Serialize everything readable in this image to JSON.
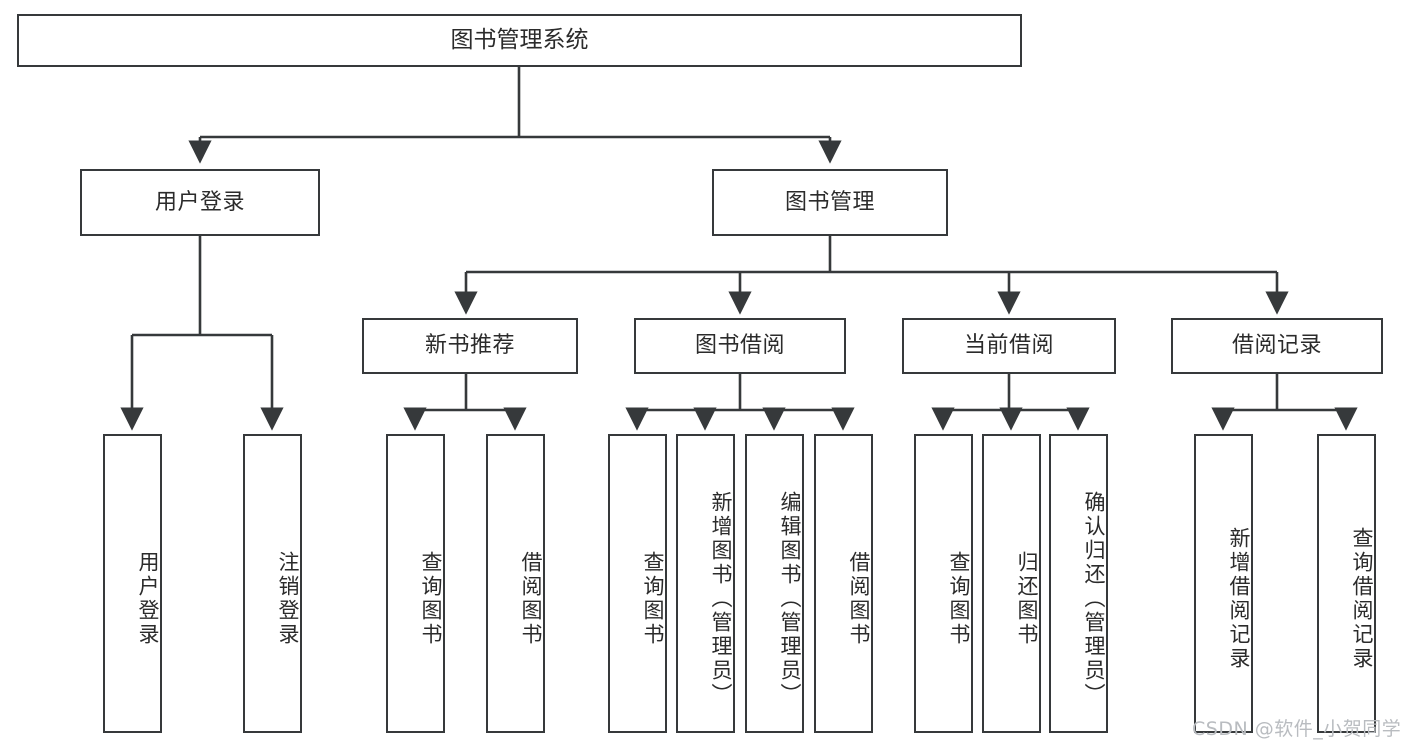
{
  "diagram": {
    "type": "tree",
    "title": "图书管理系统",
    "levels": {
      "root": {
        "label": "图书管理系统"
      },
      "level2": [
        {
          "label": "用户登录"
        },
        {
          "label": "图书管理"
        }
      ],
      "level3": [
        {
          "label": "新书推荐"
        },
        {
          "label": "图书借阅"
        },
        {
          "label": "当前借阅"
        },
        {
          "label": "借阅记录"
        }
      ],
      "leaves": {
        "user_login": [
          {
            "label": "用户登录"
          },
          {
            "label": "注销登录"
          }
        ],
        "new_book_recommend": [
          {
            "label": "查询图书"
          },
          {
            "label": "借阅图书"
          }
        ],
        "book_borrow": [
          {
            "label": "查询图书"
          },
          {
            "label": "新增图书（管理员）"
          },
          {
            "label": "编辑图书（管理员）"
          },
          {
            "label": "借阅图书"
          }
        ],
        "current_borrow": [
          {
            "label": "查询图书"
          },
          {
            "label": "归还图书"
          },
          {
            "label": "确认归还（管理员）"
          }
        ],
        "borrow_record": [
          {
            "label": "新增借阅记录"
          },
          {
            "label": "查询借阅记录"
          }
        ]
      }
    },
    "colors": {
      "stroke": "#36393b",
      "fill": "#ffffff",
      "text": "#2b2b2b",
      "watermark": "#b9bcc0"
    }
  },
  "watermark": {
    "text": "CSDN @软件_小贺同学"
  }
}
